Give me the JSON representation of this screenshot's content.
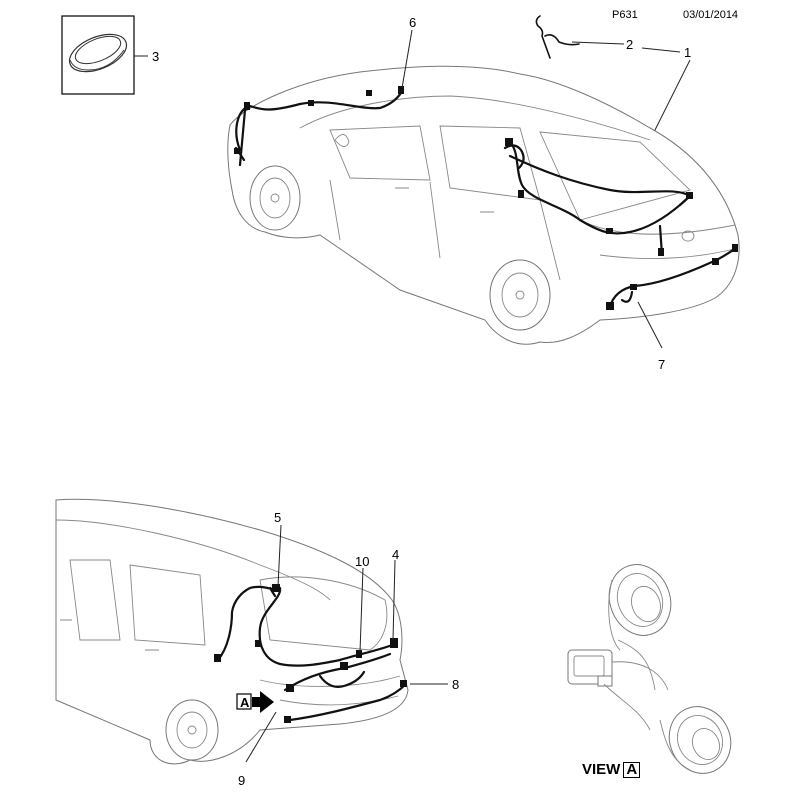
{
  "header": {
    "page_code": "P631",
    "date": "03/01/2014"
  },
  "callouts": {
    "c1": "1",
    "c2": "2",
    "c3": "3",
    "c4": "4",
    "c5": "5",
    "c6": "6",
    "c7": "7",
    "c8": "8",
    "c9": "9",
    "c10": "10"
  },
  "view": {
    "prefix": "VIEW",
    "letter": "A"
  },
  "arrow_marker": {
    "letter": "A"
  }
}
